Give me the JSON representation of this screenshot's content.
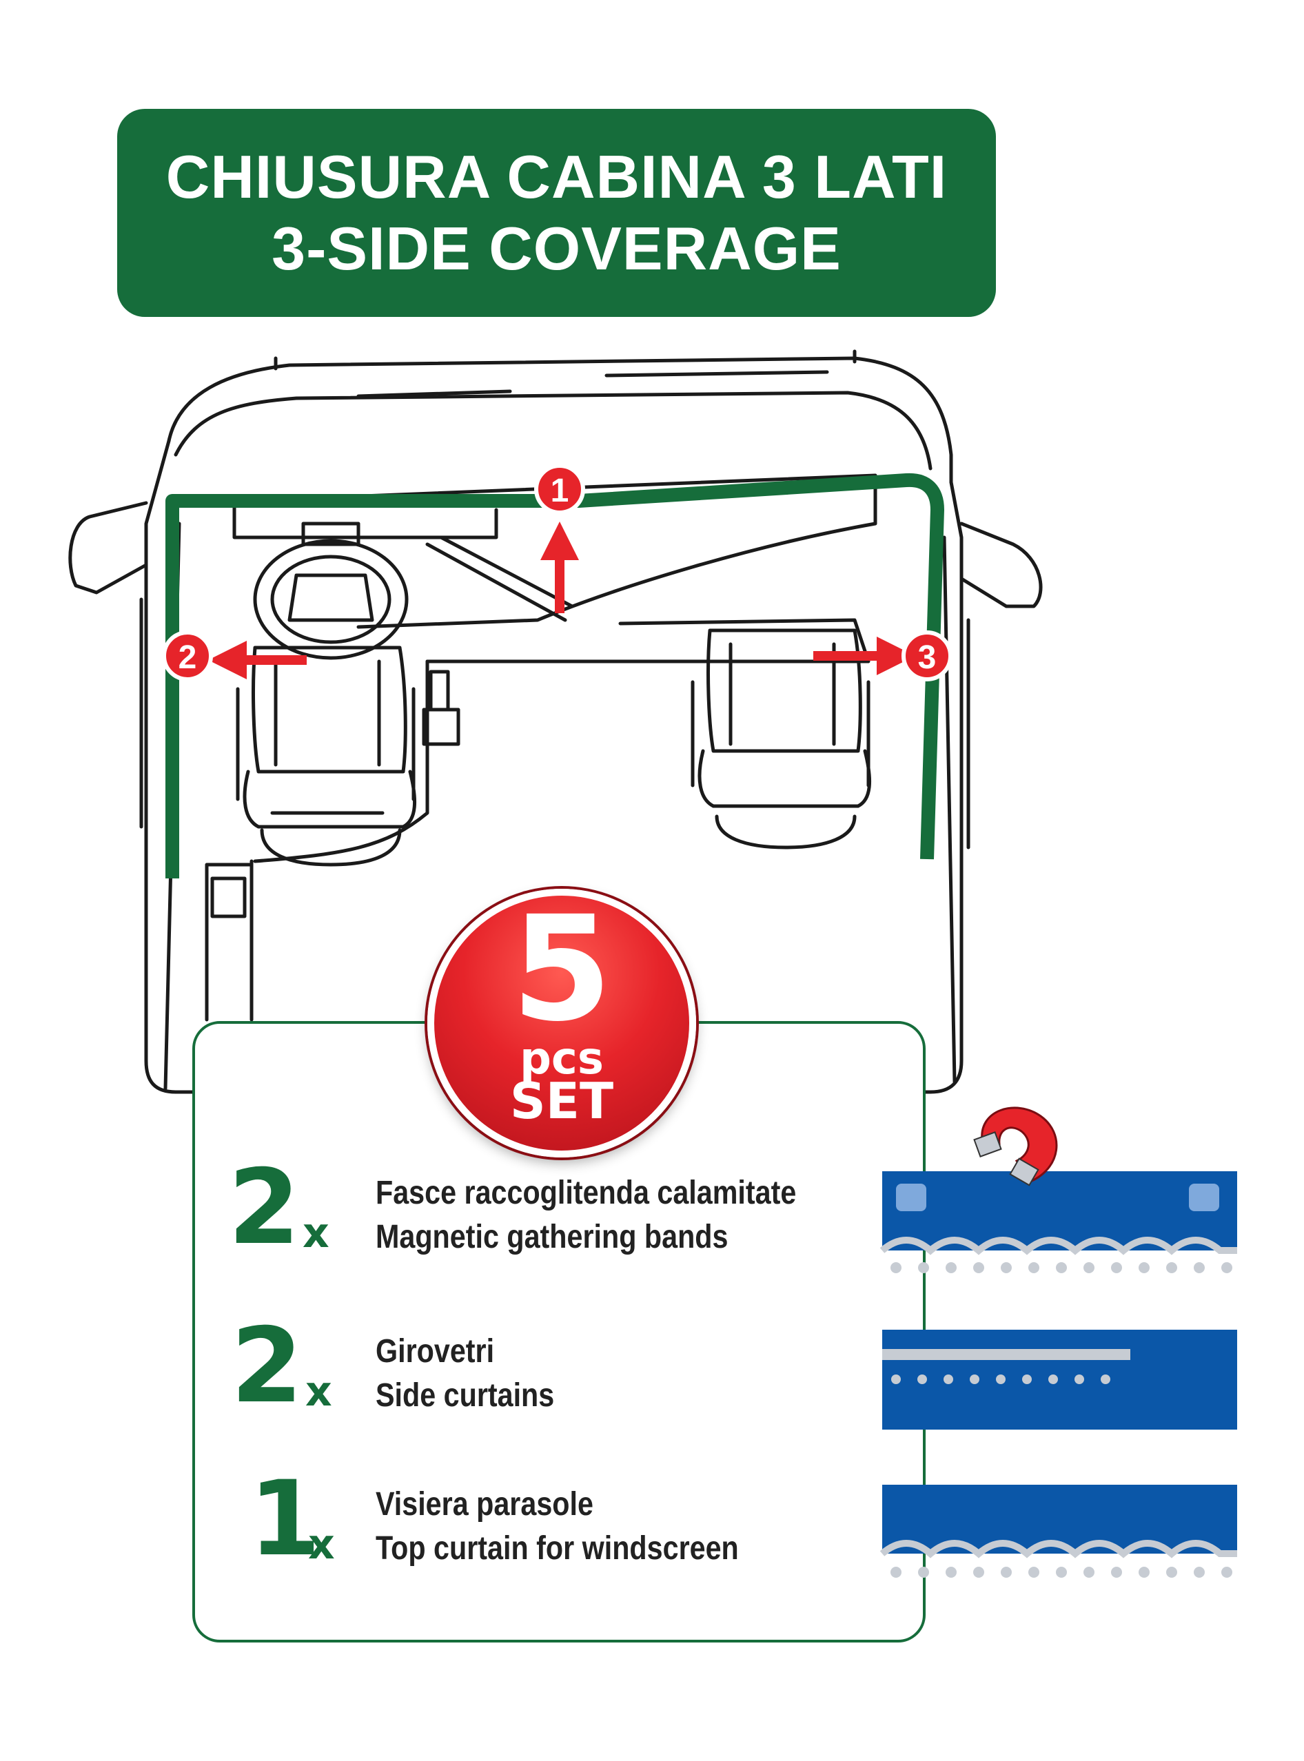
{
  "title": {
    "line1": "CHIUSURA CABINA 3 LATI",
    "line2": "3-SIDE COVERAGE"
  },
  "markers": [
    "1",
    "2",
    "3"
  ],
  "badge": {
    "number": "5",
    "unit": "pcs",
    "label": "SET"
  },
  "items": [
    {
      "qty": "2",
      "x": "x",
      "it": "Fasce raccoglitenda calamitate",
      "en": "Magnetic gathering bands",
      "icon": "magnetic-band-icon"
    },
    {
      "qty": "2",
      "x": "x",
      "it": "Girovetri",
      "en": "Side curtains",
      "icon": "side-curtain-icon"
    },
    {
      "qty": "1",
      "x": "x",
      "it": "Visiera parasole",
      "en": "Top curtain for windscreen",
      "icon": "top-curtain-icon"
    }
  ],
  "colors": {
    "green": "#166d3b",
    "red": "#e6242a",
    "blue": "#0b57a8",
    "fringe": "#c7ccd3"
  }
}
